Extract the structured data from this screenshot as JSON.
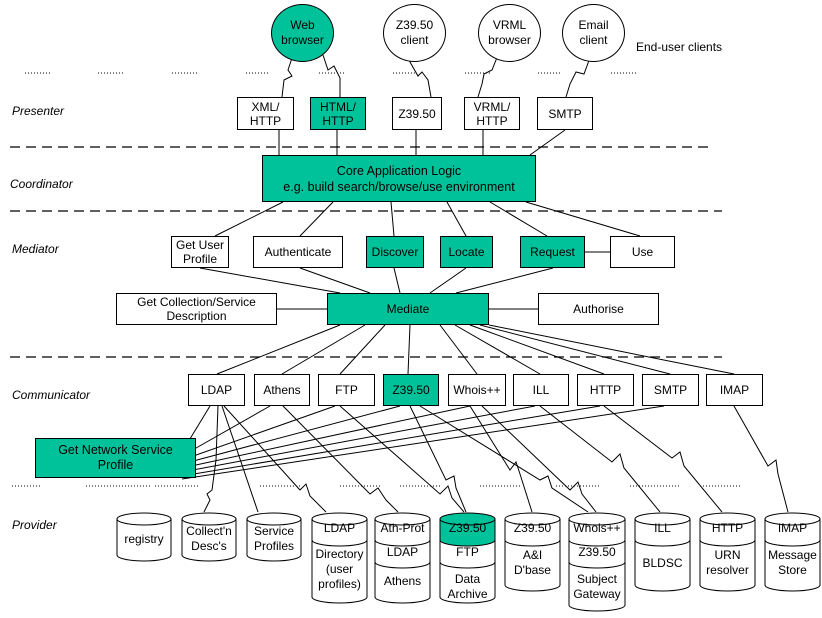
{
  "colors": {
    "accent": "#00c29a",
    "line": "#000000"
  },
  "labels": {
    "end_user_clients": "End-user clients"
  },
  "layers": {
    "presenter": "Presenter",
    "coordinator": "Coordinator",
    "mediator": "Mediator",
    "communicator": "Communicator",
    "provider": "Provider"
  },
  "clients": {
    "web": {
      "line1": "Web",
      "line2": "browser"
    },
    "z3950": {
      "line1": "Z39.50",
      "line2": "client"
    },
    "vrml": {
      "line1": "VRML",
      "line2": "browser"
    },
    "email": {
      "line1": "Email",
      "line2": "client"
    }
  },
  "presenter": {
    "xml": {
      "line1": "XML/",
      "line2": "HTTP"
    },
    "html": {
      "line1": "HTML/",
      "line2": "HTTP"
    },
    "z3950": "Z39.50",
    "vrml": {
      "line1": "VRML/",
      "line2": "HTTP"
    },
    "smtp": "SMTP"
  },
  "coordinator": {
    "line1": "Core Application Logic",
    "line2": "e.g. build search/browse/use environment"
  },
  "mediator": {
    "get_user_profile": {
      "line1": "Get User",
      "line2": "Profile"
    },
    "authenticate": "Authenticate",
    "discover": "Discover",
    "locate": "Locate",
    "request": "Request",
    "use": "Use",
    "get_collection": {
      "line1": "Get Collection/Service",
      "line2": "Description"
    },
    "mediate": "Mediate",
    "authorise": "Authorise"
  },
  "communicator": {
    "ldap": "LDAP",
    "athens": "Athens",
    "ftp": "FTP",
    "z3950": "Z39.50",
    "whois": "Whois++",
    "ill": "ILL",
    "http": "HTTP",
    "smtp": "SMTP",
    "imap": "IMAP",
    "get_network": {
      "line1": "Get Network Service",
      "line2": "Profile"
    }
  },
  "provider": {
    "registry": "registry",
    "collectn": {
      "line1": "Collect'n",
      "line2": "Desc's"
    },
    "service_profiles": {
      "line1": "Service",
      "line2": "Profiles"
    },
    "ldap_dir": {
      "head": "LDAP",
      "l1": "Directory",
      "l2": "(user",
      "l3": "profiles)"
    },
    "athprot": {
      "head": "Ath-Prot",
      "mid": "LDAP",
      "l1": "Athens"
    },
    "z3950_store": {
      "head": "Z39.50",
      "mid": "FTP",
      "l1": "Data",
      "l2": "Archive"
    },
    "aandi": {
      "head": "Z39.50",
      "l1": "A&I",
      "l2": "D'base"
    },
    "whois_store": {
      "head": "Whois++",
      "mid": "Z39.50",
      "l1": "Subject",
      "l2": "Gateway"
    },
    "ill_store": {
      "head": "ILL",
      "l1": "BLDSC"
    },
    "http_store": {
      "head": "HTTP",
      "l1": "URN",
      "l2": "resolver"
    },
    "imap_store": {
      "head": "IMAP",
      "l1": "Message",
      "l2": "Store"
    }
  }
}
